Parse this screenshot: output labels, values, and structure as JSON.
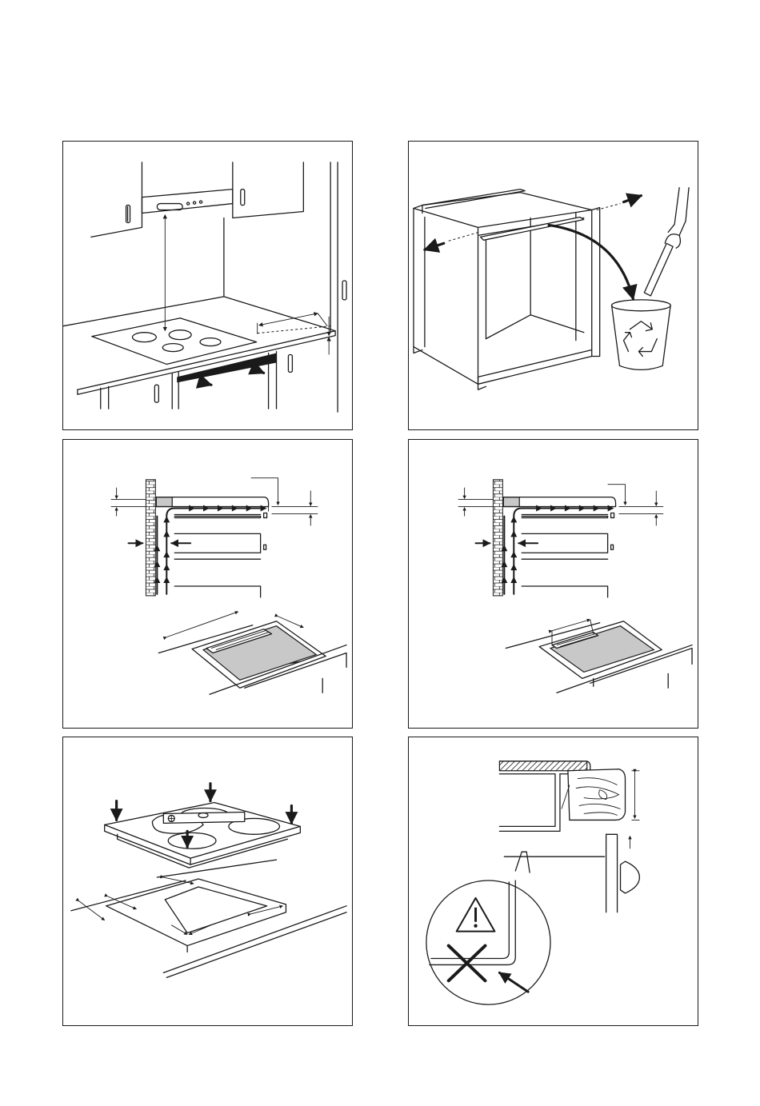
{
  "figure": {
    "panels": [
      {
        "id": "p1",
        "subject": "hob-under-cooker-hood",
        "icons": [
          "hood-icon",
          "hob-icon",
          "arrow-icon"
        ]
      },
      {
        "id": "p2",
        "subject": "remove-cabinet-crossbar",
        "icons": [
          "recycle-bin-icon",
          "arrow-icon"
        ]
      },
      {
        "id": "p3",
        "subject": "ventilation-gap-wall-mounted",
        "icons": [
          "airflow-arrow-icon"
        ]
      },
      {
        "id": "p4",
        "subject": "ventilation-gap-alternative",
        "icons": [
          "airflow-arrow-icon"
        ]
      },
      {
        "id": "p5",
        "subject": "hob-insertion-into-cutout",
        "icons": [
          "down-arrow-icon"
        ]
      },
      {
        "id": "p6",
        "subject": "edge-clearance-warning",
        "icons": [
          "warning-triangle-icon",
          "cross-icon",
          "arrow-icon"
        ]
      }
    ],
    "colors": {
      "line": "#1a1a1a",
      "fill_grey": "#c8c8c8",
      "background": "#ffffff"
    }
  }
}
